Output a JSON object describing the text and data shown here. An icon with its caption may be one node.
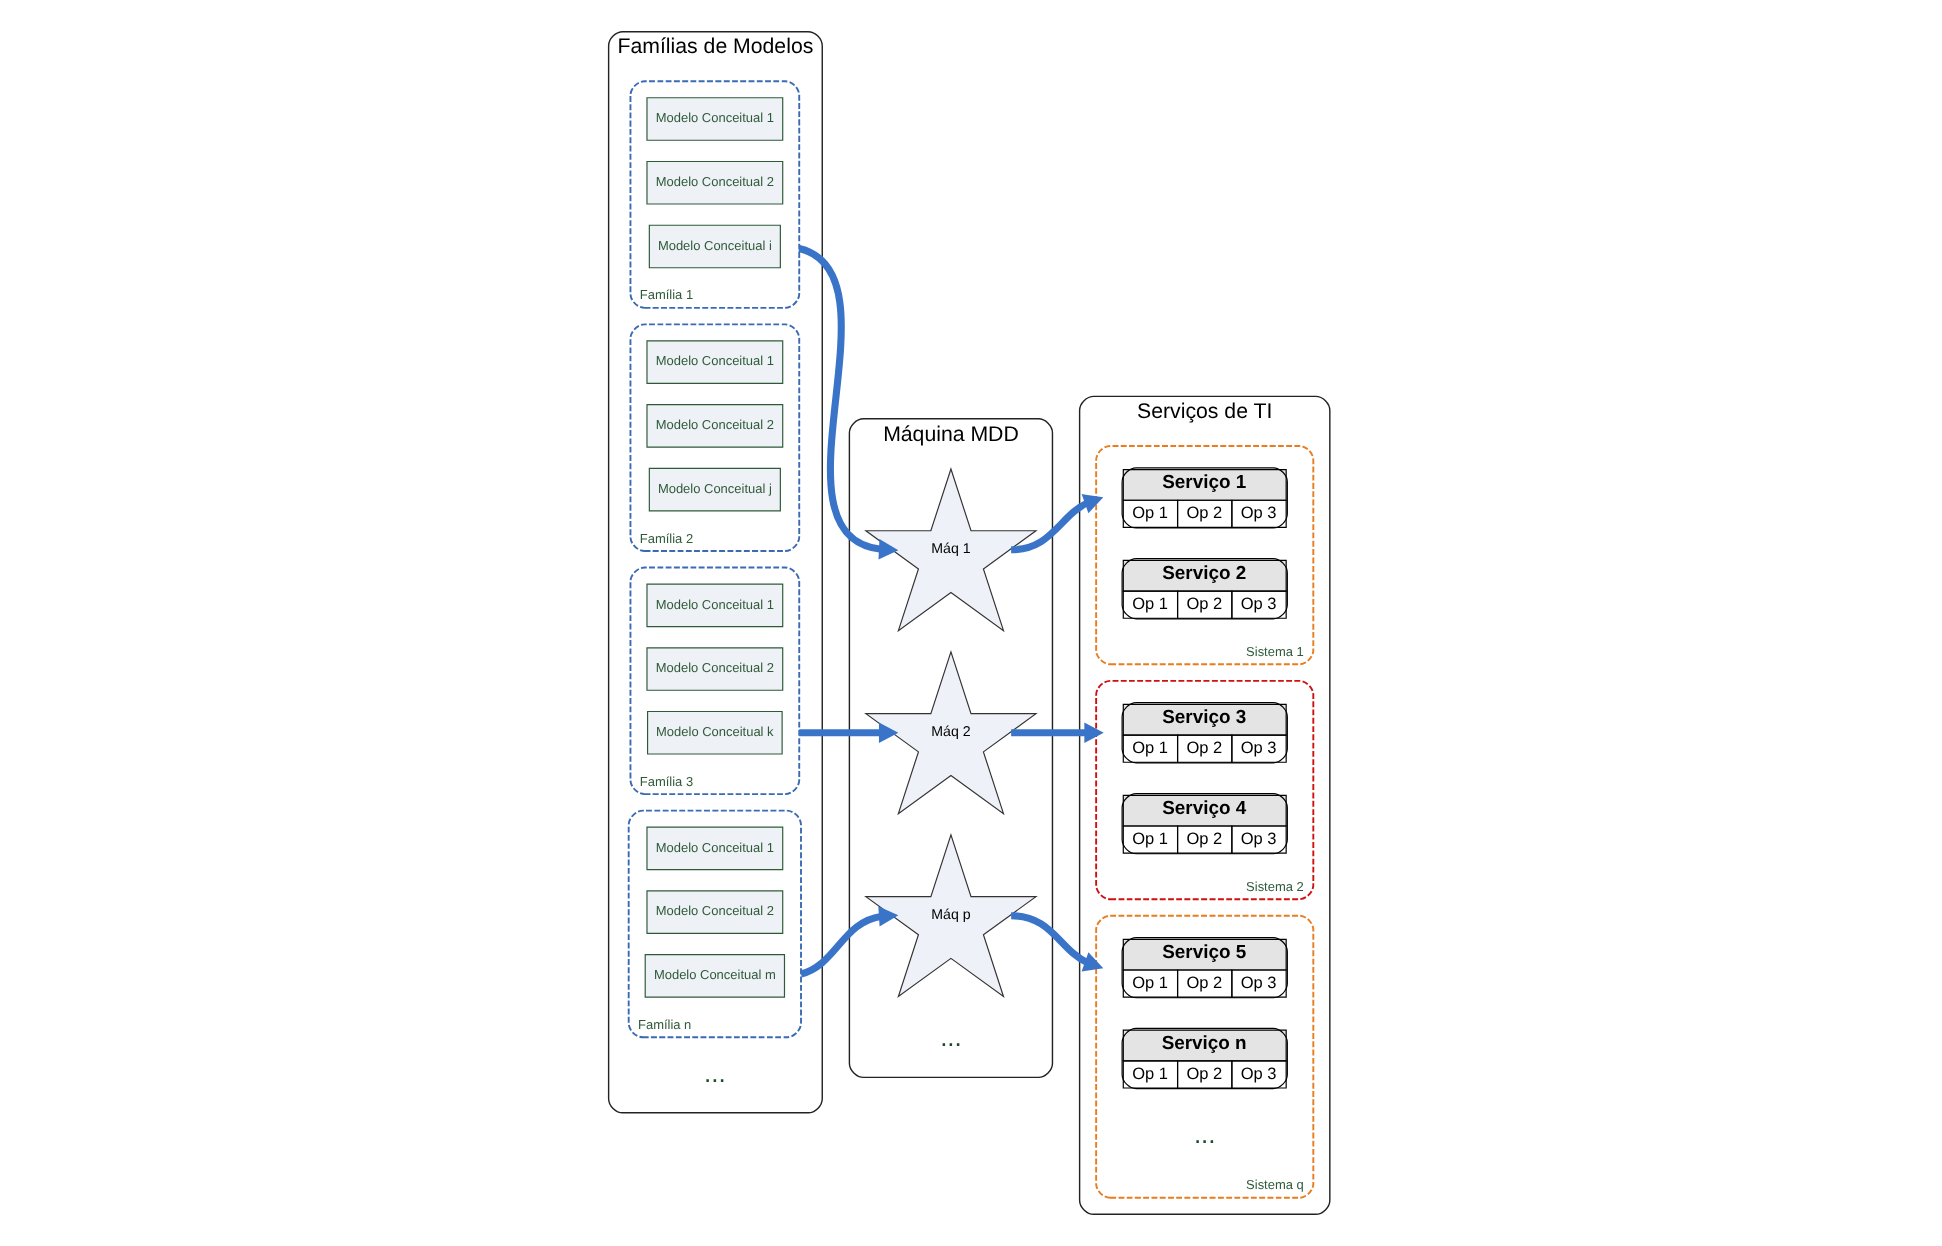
{
  "diagram": {
    "nodes": [
      {
        "text": [
          "Famílias de Modelos"
        ]
      },
      {
        "text": [
          "Família 1"
        ],
        "in": 0
      },
      {
        "text": [
          "Modelo Conceitual 1"
        ],
        "in": 1
      },
      {
        "text": [
          "Modelo Conceitual 2"
        ],
        "in": 1
      },
      {
        "text": [
          "Modelo Conceitual i"
        ],
        "in": 1
      },
      {
        "text": [
          "Família 2"
        ],
        "in": 0
      },
      {
        "text": [
          "Modelo Conceitual 1"
        ],
        "in": 5
      },
      {
        "text": [
          "Modelo Conceitual 2"
        ],
        "in": 5
      },
      {
        "text": [
          "Modelo Conceitual j"
        ],
        "in": 5
      },
      {
        "text": [
          "Família 3"
        ],
        "in": 0
      },
      {
        "text": [
          "Modelo Conceitual 1"
        ],
        "in": 9
      },
      {
        "text": [
          "Modelo Conceitual 2"
        ],
        "in": 9
      },
      {
        "text": [
          "Modelo Conceitual k"
        ],
        "in": 9
      },
      {
        "text": [
          "Família n"
        ],
        "in": 0
      },
      {
        "text": [
          "Modelo Conceitual 1"
        ],
        "in": 13
      },
      {
        "text": [
          "Modelo Conceitual 2"
        ],
        "in": 13
      },
      {
        "text": [
          "Modelo Conceitual m"
        ],
        "in": 13
      },
      {
        "text": [
          "Máquina MDD"
        ]
      },
      {
        "text": [
          "Máq 1"
        ],
        "in": 17
      },
      {
        "text": [
          "Máq 2"
        ],
        "in": 17
      },
      {
        "text": [
          "Máq p"
        ],
        "in": 17
      },
      {
        "text": [
          "Serviços de TI"
        ]
      },
      {
        "text": [
          "Sistema 1"
        ],
        "in": 21
      },
      {
        "text": [
          "Serviço 1",
          "Op 1",
          "Op 2",
          "Op 3"
        ],
        "in": 22
      },
      {
        "text": [
          "Serviço 2",
          "Op 1",
          "Op 2",
          "Op 3"
        ],
        "in": 22
      },
      {
        "text": [
          "Sistema 2"
        ],
        "in": 21
      },
      {
        "text": [
          "Serviço 3",
          "Op 1",
          "Op 2",
          "Op 3"
        ],
        "in": 25
      },
      {
        "text": [
          "Serviço 4",
          "Op 1",
          "Op 2",
          "Op 3"
        ],
        "in": 25
      },
      {
        "text": [
          "Sistema q"
        ],
        "in": 21
      },
      {
        "text": [
          "Serviço 5",
          "Op 1",
          "Op 2",
          "Op 3"
        ],
        "in": 28
      },
      {
        "text": [
          "Serviço n",
          "Op 1",
          "Op 2",
          "Op 3"
        ],
        "in": 28
      }
    ],
    "edges": [
      {
        "from": 1,
        "to": 18,
        "arrow": "to"
      },
      {
        "from": 9,
        "to": 19,
        "arrow": "to"
      },
      {
        "from": 13,
        "to": 20,
        "arrow": "to"
      },
      {
        "from": 18,
        "to": 22,
        "arrow": "to"
      },
      {
        "from": 19,
        "to": 25,
        "arrow": "to"
      },
      {
        "from": 20,
        "to": 28,
        "arrow": "to"
      }
    ],
    "labels": [
      "...",
      "...",
      "..."
    ]
  }
}
